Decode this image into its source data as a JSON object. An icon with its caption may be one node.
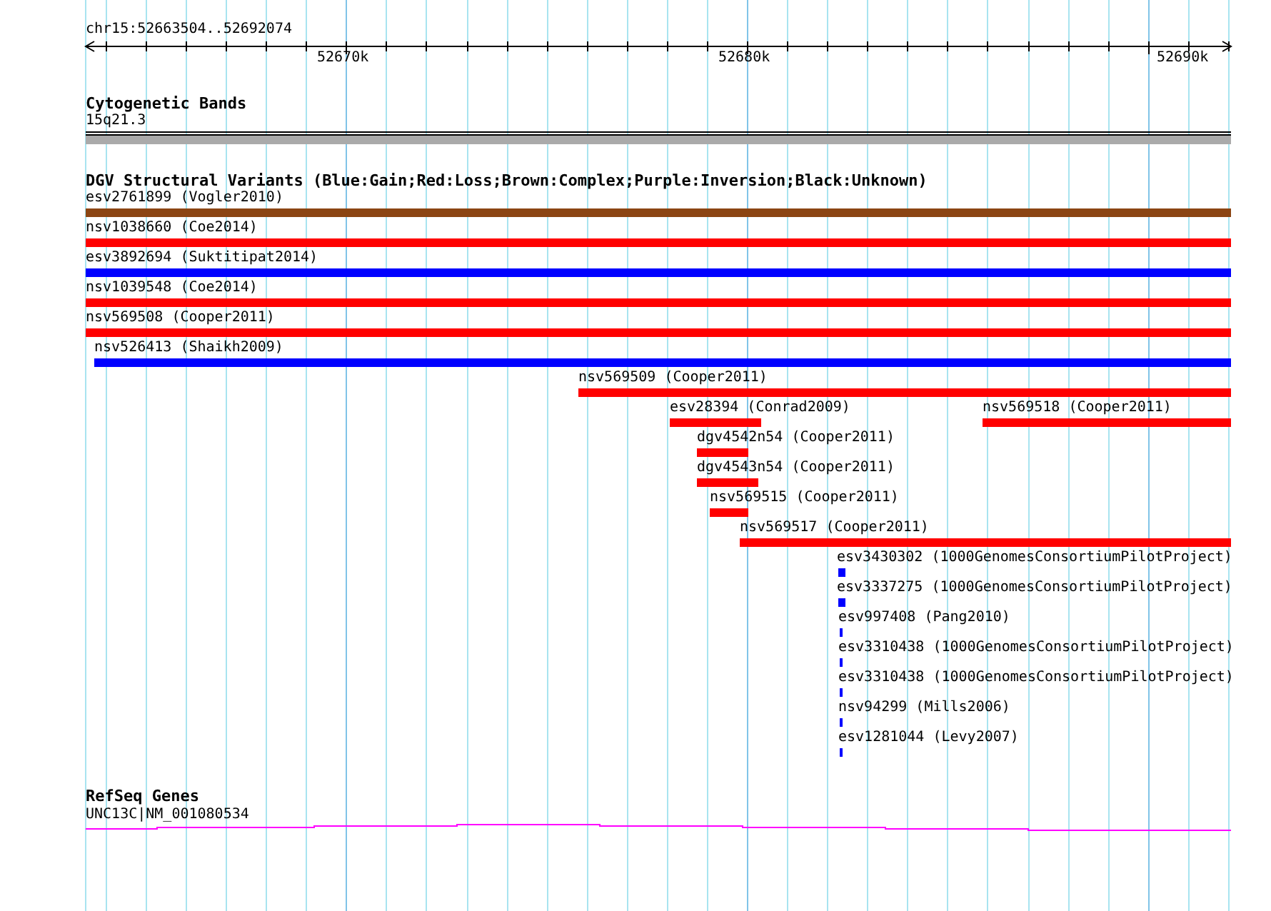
{
  "diagram": {
    "nodes": [
      {
        "text": [
          "15q21.3"
        ]
      },
      {
        "text": [
          "esv2761899 (Vogler2010)"
        ]
      },
      {
        "text": [
          "nsv1038660 (Coe2014)"
        ]
      },
      {
        "text": [
          "esv3892694 (Suktitipat2014)"
        ]
      },
      {
        "text": [
          "nsv1039548 (Coe2014)"
        ]
      },
      {
        "text": [
          "nsv569508 (Cooper2011)"
        ]
      },
      {
        "text": [
          "nsv526413 (Shaikh2009)"
        ]
      },
      {
        "text": [
          "nsv569509 (Cooper2011)"
        ]
      },
      {
        "text": [
          "esv28394 (Conrad2009)"
        ]
      },
      {
        "text": [
          "nsv569518 (Cooper2011)"
        ]
      },
      {
        "text": [
          "dgv4542n54 (Cooper2011)"
        ]
      },
      {
        "text": [
          "dgv4543n54 (Cooper2011)"
        ]
      },
      {
        "text": [
          "nsv569515 (Cooper2011)"
        ]
      },
      {
        "text": [
          "nsv569517 (Cooper2011)"
        ]
      },
      {
        "text": [
          "esv3430302 (1000GenomesConsortiumPilotProject)"
        ]
      },
      {
        "text": [
          "esv3337275 (1000GenomesConsortiumPilotProject)"
        ]
      },
      {
        "text": [
          "esv997408 (Pang2010)"
        ]
      },
      {
        "text": [
          "esv3310438 (1000GenomesConsortiumPilotProject)"
        ]
      },
      {
        "text": [
          "esv3310438 (1000GenomesConsortiumPilotProject)"
        ]
      },
      {
        "text": [
          "nsv94299 (Mills2006)"
        ]
      },
      {
        "text": [
          "esv1281044 (Levy2007)"
        ]
      },
      {
        "text": [
          "UNC13C|NM_001080534"
        ]
      }
    ],
    "labels": [
      "chr15:52663504..52692074",
      "52670k",
      "52680k",
      "52690k",
      "Cytogenetic Bands",
      "DGV Structural Variants (Blue:Gain;Red:Loss;Brown:Complex;Purple:Inversion;Black:Unknown)",
      "RefSeq Genes"
    ]
  }
}
